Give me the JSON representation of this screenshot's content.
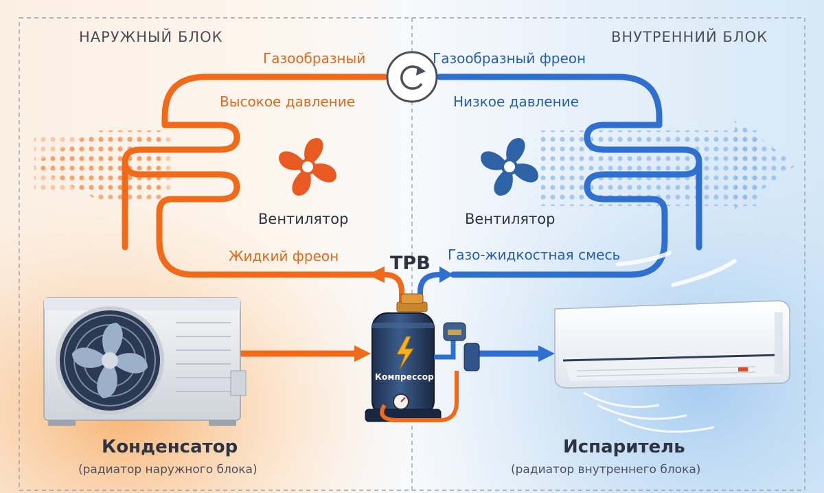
{
  "outdoor": {
    "section_title": "НАРУЖНЫЙ БЛОК",
    "gas_label": "Газообразный",
    "pressure_label": "Высокое давление",
    "fan_label": "Вентилятор",
    "liquid_label": "Жидкий фреон",
    "unit_title": "Конденсатор",
    "unit_subtitle": "(радиатор наружного блока)"
  },
  "indoor": {
    "section_title": "ВНУТРЕННИЙ БЛОК",
    "gas_label": "Газообразный фреон",
    "pressure_label": "Низкое давление",
    "fan_label": "Вентилятор",
    "mix_label": "Газо-жидкостная смесь",
    "unit_title": "Испаритель",
    "unit_subtitle": "(радиатор внутреннего блока)"
  },
  "center": {
    "valve_label": "ТРВ",
    "compressor_label": "Компрессор"
  },
  "colors": {
    "hot": "#f06a1a",
    "cold": "#2f6fd0",
    "fan_hot": "#e85a22",
    "fan_cold": "#2f63a8"
  },
  "icons": [
    "fan-icon",
    "cycle-arrow-icon",
    "lightning-icon",
    "gauge-icon"
  ]
}
